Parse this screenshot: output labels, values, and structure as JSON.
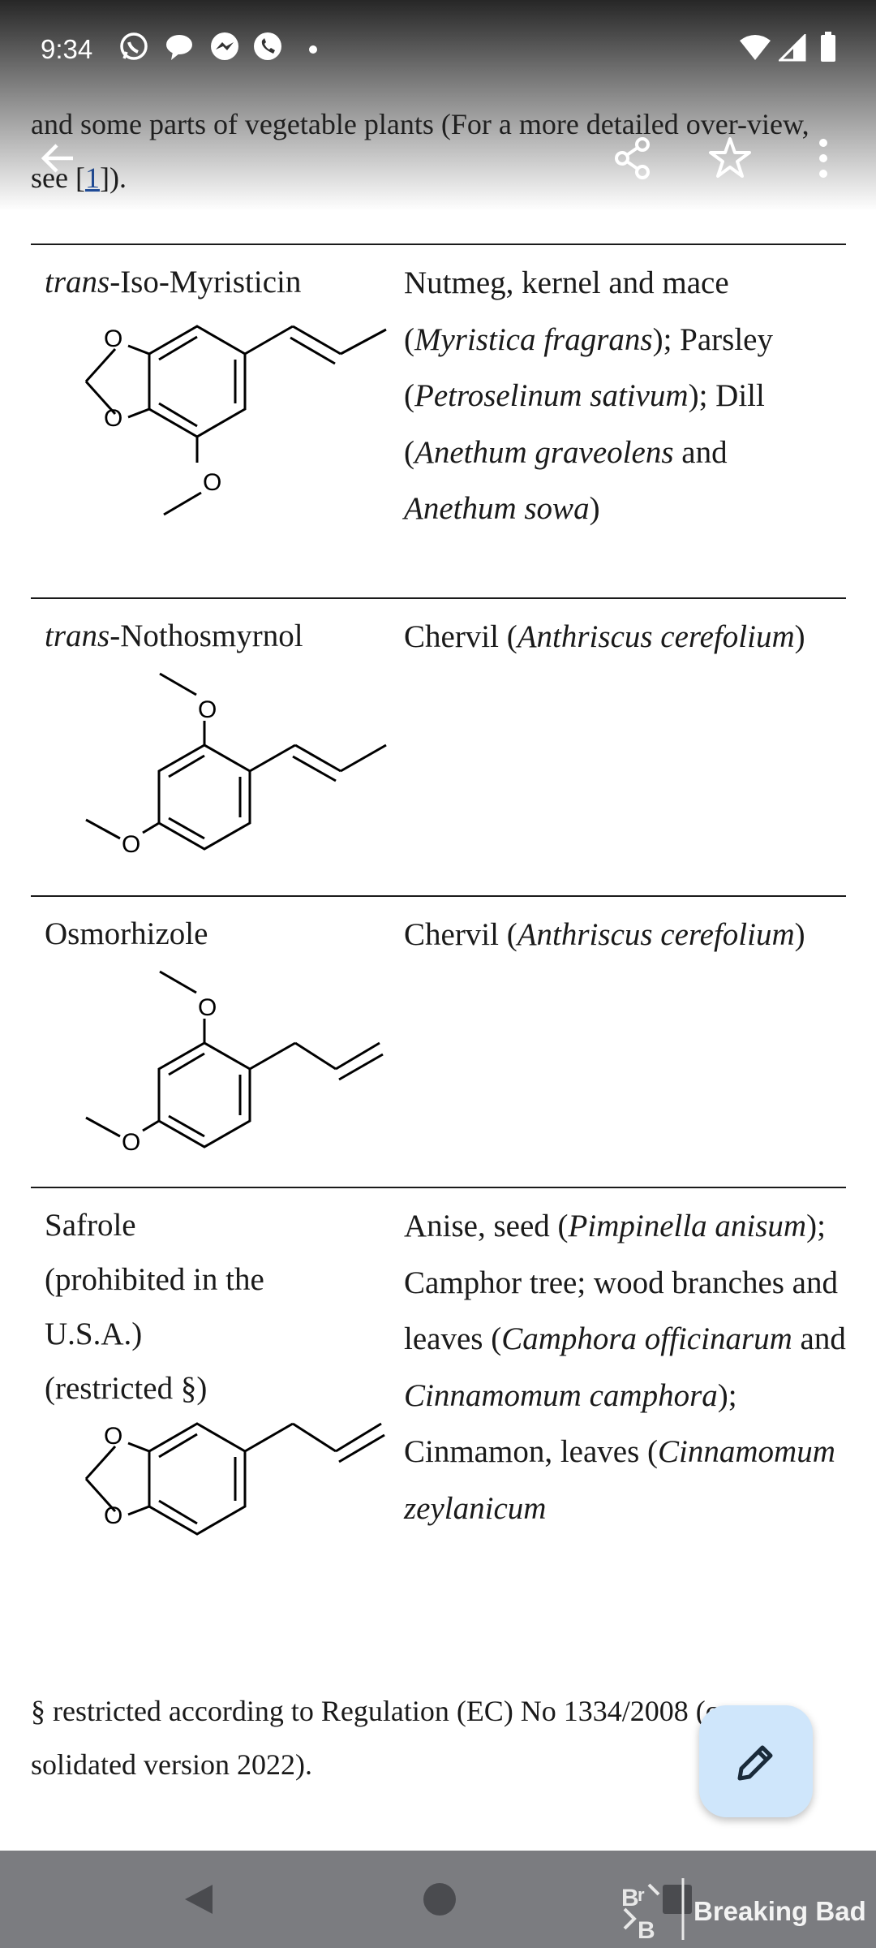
{
  "status_bar": {
    "time": "9:34",
    "notification_icons": [
      "whatsapp-icon",
      "message-bubble-icon",
      "messenger-icon",
      "phone-call-icon",
      "dot-icon"
    ],
    "system_icons": [
      "wifi-icon",
      "signal-icon",
      "battery-icon"
    ]
  },
  "app_bar": {
    "icons": [
      "back-arrow-icon",
      "share-icon",
      "star-icon",
      "more-vert-icon"
    ]
  },
  "intro": {
    "text_before": "and some parts of vegetable plants (For a more detailed over-view, see [",
    "link": "1",
    "text_after": "])."
  },
  "rows": [
    {
      "name_italic": "trans",
      "name_rest": "-Iso-Myristicin",
      "sources": [
        {
          "t": "Nutmeg, kernel and mace (",
          "i": false
        },
        {
          "t": "Myristica fragrans",
          "i": true
        },
        {
          "t": "); ",
          "i": false
        },
        {
          "t": "Parsley (",
          "i": false
        },
        {
          "t": "Petroselinum sativum",
          "i": true
        },
        {
          "t": "); ",
          "i": false
        },
        {
          "t": "Dill (",
          "i": false
        },
        {
          "t": "Anethum graveolens",
          "i": true
        },
        {
          "t": " and ",
          "i": false
        },
        {
          "t": "Anethum sowa",
          "i": true
        },
        {
          "t": ")",
          "i": false
        }
      ],
      "atom_label": "O"
    },
    {
      "name_italic": "trans",
      "name_rest": "-Nothosmyrnol",
      "sources": [
        {
          "t": "Chervil (",
          "i": false
        },
        {
          "t": "Anthriscus cerefolium",
          "i": true
        },
        {
          "t": ")",
          "i": false
        }
      ],
      "atom_label": "O"
    },
    {
      "name_italic": "",
      "name_rest": "Osmorhizole",
      "sources": [
        {
          "t": "Chervil (",
          "i": false
        },
        {
          "t": "Anthriscus cerefolium",
          "i": true
        },
        {
          "t": ")",
          "i": false
        }
      ],
      "atom_label": "O"
    },
    {
      "name_italic": "",
      "name_rest": "Safrole",
      "name_notes": [
        "(prohibited in the U.S.A.)",
        "(restricted §)"
      ],
      "sources": [
        {
          "t": "Anise, seed (",
          "i": false
        },
        {
          "t": "Pimpinella anisum",
          "i": true
        },
        {
          "t": "); ",
          "i": false
        },
        {
          "t": "Camphor tree; wood branches and leaves (",
          "i": false
        },
        {
          "t": "Camphora officinarum",
          "i": true
        },
        {
          "t": " and ",
          "i": false
        },
        {
          "t": "Cinnamomum camphora",
          "i": true
        },
        {
          "t": "); ",
          "i": false
        },
        {
          "t": "Cinmamon, leaves (",
          "i": false
        },
        {
          "t": "Cinnamomum zeylanicum",
          "i": true
        }
      ],
      "atom_label": "O"
    }
  ],
  "footnote": "§ restricted according to Regulation (EC) No 1334/2008 (con-solidated version 2022).",
  "fab": {
    "icon": "edit-pencil-icon"
  },
  "nav_bar": {
    "icons": [
      "nav-back-icon",
      "nav-home-icon",
      "nav-recents-icon"
    ],
    "watermark": "Breaking Bad"
  },
  "colors": {
    "link": "#1e4fa3",
    "fab_background": "#cfe6fb",
    "nav_bar": "#7b7c80"
  }
}
